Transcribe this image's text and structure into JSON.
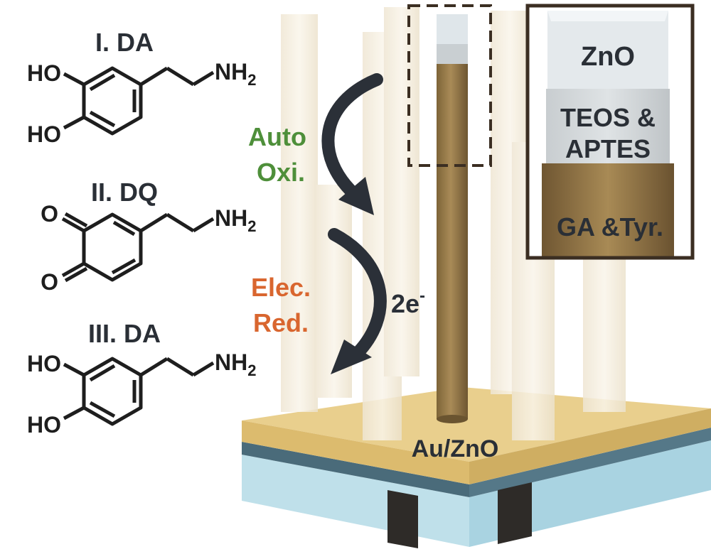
{
  "structures": {
    "s1": {
      "label": "I. DA",
      "group_top": "HO",
      "group_bottom": "HO",
      "amine": "NH",
      "amine_sub": "2"
    },
    "s2": {
      "label": "II. DQ",
      "group_top": "O",
      "group_bottom": "O",
      "amine": "NH",
      "amine_sub": "2"
    },
    "s3": {
      "label": "III. DA",
      "group_top": "HO",
      "group_bottom": "HO",
      "amine": "NH",
      "amine_sub": "2"
    }
  },
  "reactions": {
    "oxidation": {
      "line1": "Auto",
      "line2": "Oxi.",
      "color": "#4e8f3a"
    },
    "reduction": {
      "line1": "Elec.",
      "line2": "Red.",
      "color": "#d9662f"
    },
    "electrons": {
      "base": "2e",
      "sup": "-"
    }
  },
  "device": {
    "substrate_label": "Au/ZnO"
  },
  "inset": {
    "layer1": "ZnO",
    "layer2_line1": "TEOS &",
    "layer2_line2": "APTES",
    "layer3": "GA &Tyr."
  },
  "colors": {
    "arrow": "#2b3038",
    "gold": "#e9cf8d",
    "nanorod_coated": "#9c8050",
    "nanorod_bare": "#f4ecdc",
    "frame": "#3b2e22"
  }
}
